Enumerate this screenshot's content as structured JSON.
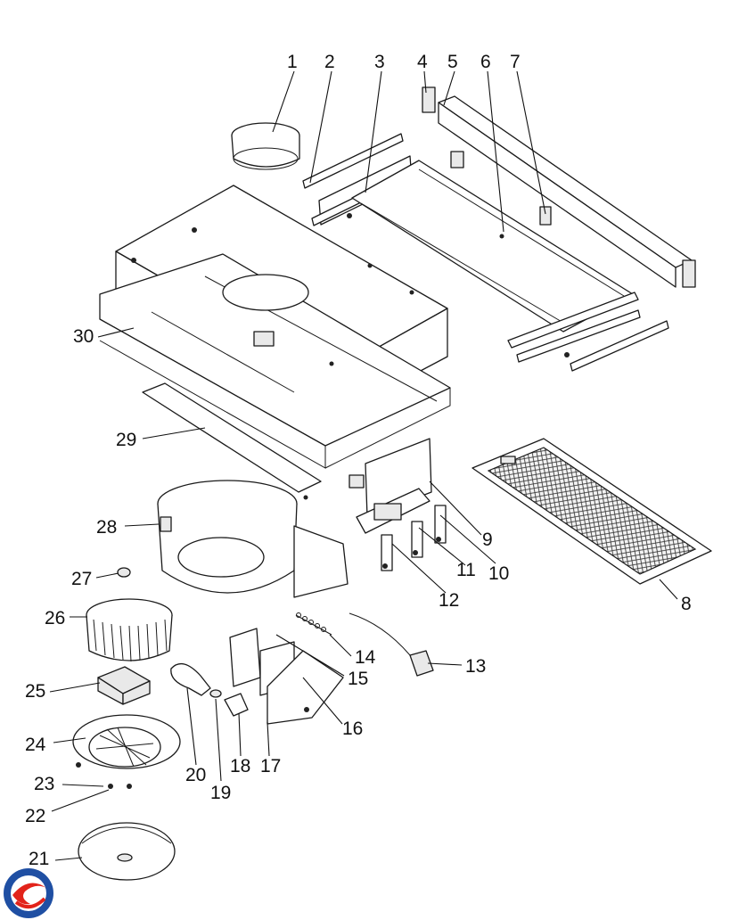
{
  "diagram": {
    "callouts": [
      "1",
      "2",
      "3",
      "4",
      "5",
      "6",
      "7",
      "8",
      "9",
      "10",
      "11",
      "12",
      "13",
      "14",
      "15",
      "16",
      "17",
      "18",
      "19",
      "20",
      "21",
      "22",
      "23",
      "24",
      "25",
      "26",
      "27",
      "28",
      "29",
      "30"
    ]
  },
  "logo": {
    "name": "brand-logo",
    "colors": [
      "#1f4fa3",
      "#e2231a"
    ]
  }
}
